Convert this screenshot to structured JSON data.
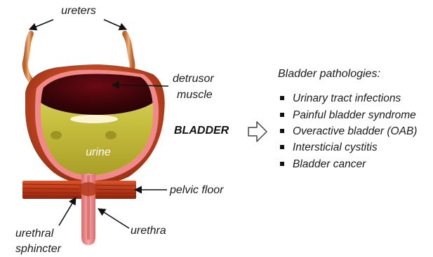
{
  "labels": {
    "ureters": "ureters",
    "detrusor_line1": "detrusor",
    "detrusor_line2": "muscle",
    "bladder": "BLADDER",
    "urine": "urine",
    "pelvic_floor": "pelvic floor",
    "urethral_line1": "urethral",
    "urethral_line2": "sphincter",
    "urethra": "urethra"
  },
  "pathologies": {
    "heading": "Bladder pathologies:",
    "items": [
      "Urinary tract infections",
      "Painful bladder syndrome",
      "Overactive bladder (OAB)",
      "Intersticial cystitis",
      "Bladder cancer"
    ]
  },
  "colors": {
    "bladder_wall": "#b5401f",
    "inner_lining": "#f08a8a",
    "urine": "#c8c040",
    "muscle_band": "#c0401c",
    "ureter": "#d8884e",
    "arrow": "#111111"
  }
}
